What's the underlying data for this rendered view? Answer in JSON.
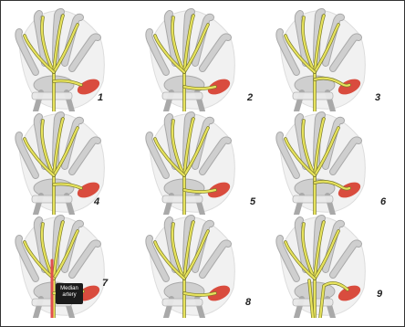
{
  "panels": [
    {
      "number": "1",
      "variant": 1,
      "callout": ""
    },
    {
      "number": "2",
      "variant": 2,
      "callout": ""
    },
    {
      "number": "3",
      "variant": 3,
      "callout": ""
    },
    {
      "number": "4",
      "variant": 4,
      "callout": ""
    },
    {
      "number": "5",
      "variant": 5,
      "callout": ""
    },
    {
      "number": "6",
      "variant": 6,
      "callout": ""
    },
    {
      "number": "7",
      "variant": 7,
      "callout": "Median artery"
    },
    {
      "number": "8",
      "variant": 8,
      "callout": ""
    },
    {
      "number": "9",
      "variant": 9,
      "callout": ""
    }
  ],
  "colors": {
    "bone": "#cfcfcf",
    "bone_edge": "#a9a9a9",
    "nerve": "#e7e35d",
    "nerve_edge": "#7a7a2a",
    "muscle": "#d63a2a",
    "artery": "#e05050",
    "ligament": "#e9e9e9"
  }
}
